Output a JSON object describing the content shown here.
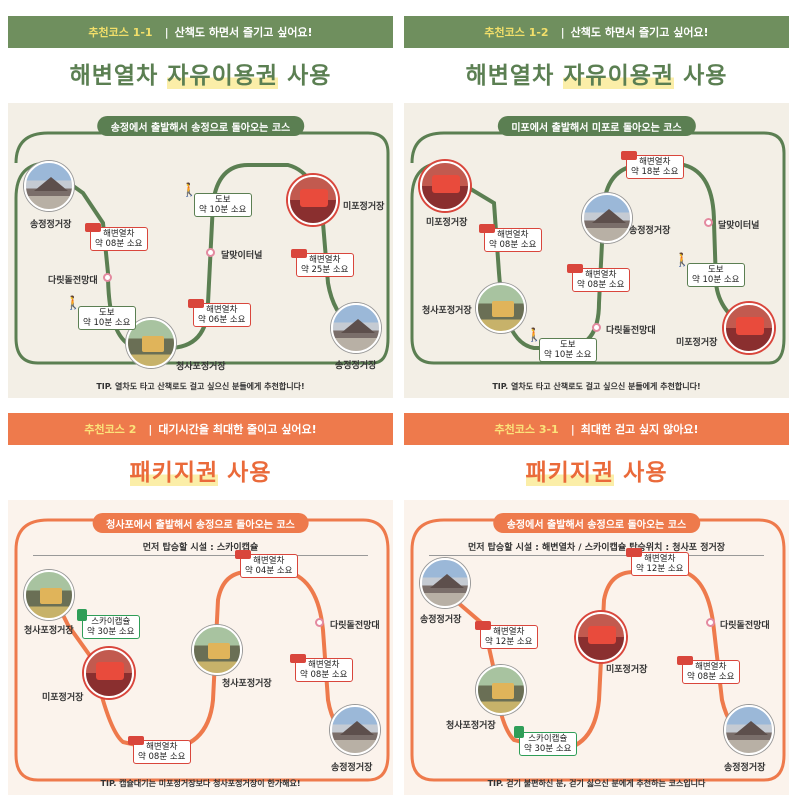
{
  "panels": [
    {
      "tag": "추천코스 1-1",
      "subtitle": "산책도 하면서 즐기고 싶어요!",
      "headline_a": "해변열차 ",
      "headline_b": "자유이용권",
      "headline_c": " 사용",
      "pill": "송정에서 출발해서 송정으로 돌아오는 코스",
      "stations": [
        "송정정거장",
        "미포정거장",
        "청사포정거장",
        "송정정거장"
      ],
      "dot_labels": [
        "다릿돌전망대",
        "달맞이터널"
      ],
      "train": [
        "해변열차",
        "약 08분 소요",
        "해변열차",
        "약 06분 소요",
        "해변열차",
        "약 25분 소요"
      ],
      "walk": [
        "도보",
        "약 10분 소요",
        "도보",
        "약 10분 소요"
      ],
      "tip": "TIP. 열차도 타고 산책로도 걸고 싶으신 분들에게 추천합니다!"
    },
    {
      "tag": "추천코스 1-2",
      "subtitle": "산책도 하면서 즐기고 싶어요!",
      "headline_a": "해변열차 ",
      "headline_b": "자유이용권",
      "headline_c": " 사용",
      "pill": "미포에서 출발해서 미포로 돌아오는 코스",
      "stations": [
        "미포정거장",
        "송정정거장",
        "청사포정거장",
        "미포정거장"
      ],
      "dot_labels": [
        "달맞이터널",
        "다릿돌전망대"
      ],
      "train": [
        "해변열차",
        "약 08분 소요",
        "해변열차",
        "약 18분 소요",
        "해변열차",
        "약 08분 소요"
      ],
      "walk": [
        "도보",
        "약 10분 소요",
        "도보",
        "약 10분 소요"
      ],
      "tip": "TIP. 열차도 타고 산책로도 걸고 싶으신 분들에게 추천합니다!"
    },
    {
      "tag": "추천코스 2",
      "subtitle": "대기시간을 최대한 줄이고 싶어요!",
      "headline_a": "패키지권",
      "headline_b": "",
      "headline_c": " 사용",
      "pill": "청사포에서 출발해서 송정으로 돌아오는 코스",
      "sub": "먼저 탑승할 시설 : 스카이캡슐",
      "stations": [
        "청사포정거장",
        "미포정거장",
        "청사포정거장",
        "송정정거장"
      ],
      "dot_labels": [
        "다릿돌전망대"
      ],
      "capsule": [
        "스카이캡슐",
        "약 30분 소요"
      ],
      "train": [
        "해변열차",
        "약 08분 소요",
        "해변열차",
        "약 04분 소요",
        "해변열차",
        "약 08분 소요"
      ],
      "tip": "TIP. 캡슐대기는 미포정거장보다 청사포정거장이 한가해요!"
    },
    {
      "tag": "추천코스 3-1",
      "subtitle": "최대한 걷고 싶지 않아요!",
      "headline_a": "패키지권",
      "headline_b": "",
      "headline_c": " 사용",
      "pill": "송정에서 출발해서 송정으로 돌아오는 코스",
      "sub": "먼저 탑승할 시설 : 해변열차 / 스카이캡슐 탑승위치 : 청사포 정거장",
      "stations": [
        "송정정거장",
        "청사포정거장",
        "미포정거장",
        "송정정거장"
      ],
      "dot_labels": [
        "다릿돌전망대"
      ],
      "capsule": [
        "스카이캡슐",
        "약 30분 소요"
      ],
      "train": [
        "해변열차",
        "약 12분 소요",
        "해변열차",
        "약 12분 소요",
        "해변열차",
        "약 08분 소요"
      ],
      "tip": "TIP. 걷기 불편하신 분, 걷기 싫으신 분에게 추천하는 코스입니다"
    }
  ]
}
